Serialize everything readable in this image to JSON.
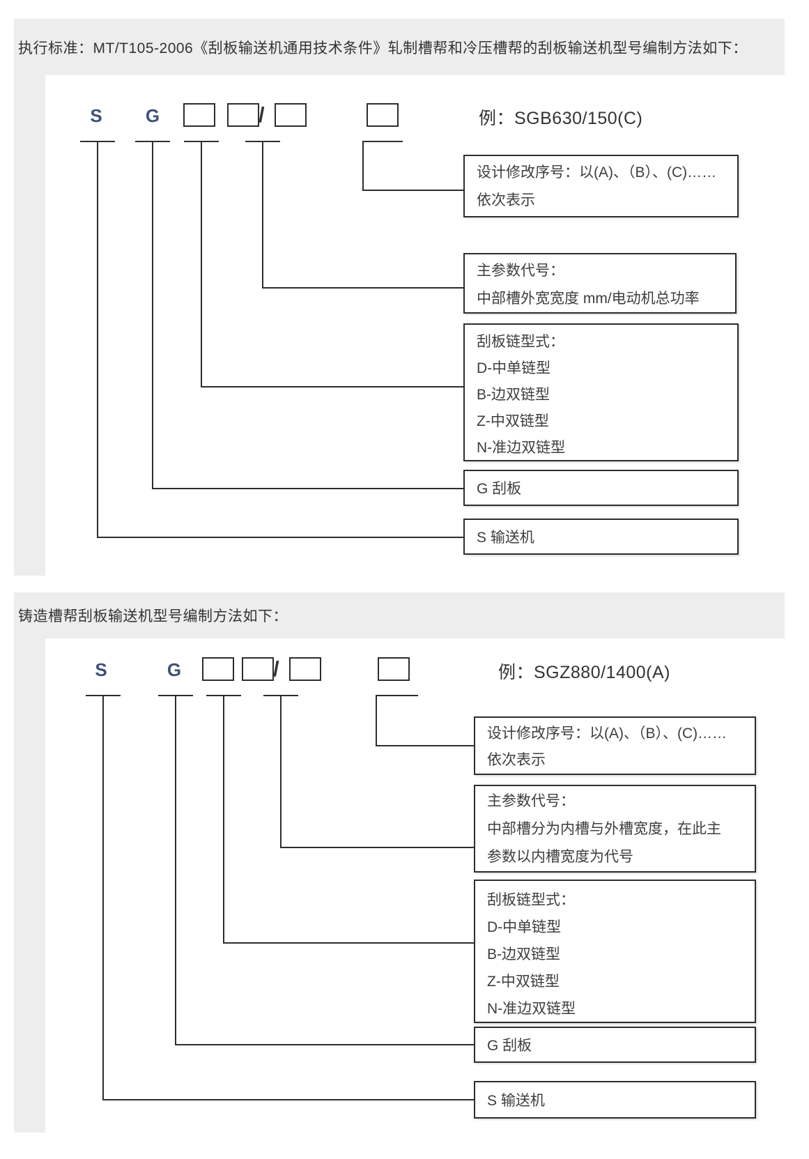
{
  "sections": [
    {
      "title": "执行标准：MT/T105-2006《刮板输送机通用技术条件》轧制槽帮和冷压槽帮的刮板输送机型号编制方法如下：",
      "code": {
        "letter1": "S",
        "letter2": "G",
        "slash": "/"
      },
      "example": "例：SGB630/150(C)",
      "labels": {
        "revision": [
          "设计修改序号：以(A)、（B）、(C)……",
          "依次表示"
        ],
        "main_param": [
          "主参数代号：",
          "中部槽外宽宽度  mm/电动机总功率"
        ],
        "chain_type": [
          "刮板链型式：",
          "D-中单链型",
          "B-边双链型",
          "Z-中双链型",
          "N-准边双链型"
        ],
        "scraper": "G 刮板",
        "conveyor": "S 输送机"
      }
    },
    {
      "title": "铸造槽帮刮板输送机型号编制方法如下：",
      "code": {
        "letter1": "S",
        "letter2": "G",
        "slash": "/"
      },
      "example": "例：SGZ880/1400(A)",
      "labels": {
        "revision": [
          "设计修改序号：以(A)、（B）、(C)……",
          "依次表示"
        ],
        "main_param": [
          "主参数代号：",
          "中部槽分为内槽与外槽宽度，在此主",
          "参数以内槽宽度为代号"
        ],
        "chain_type": [
          "刮板链型式：",
          "D-中单链型",
          "B-边双链型",
          "Z-中双链型",
          "N-准边双链型"
        ],
        "scraper": "G 刮板",
        "conveyor": "S 输送机"
      }
    }
  ],
  "colors": {
    "band_bg": "#ededed",
    "line": "#2d2d2d",
    "text": "#3a3a3a"
  }
}
